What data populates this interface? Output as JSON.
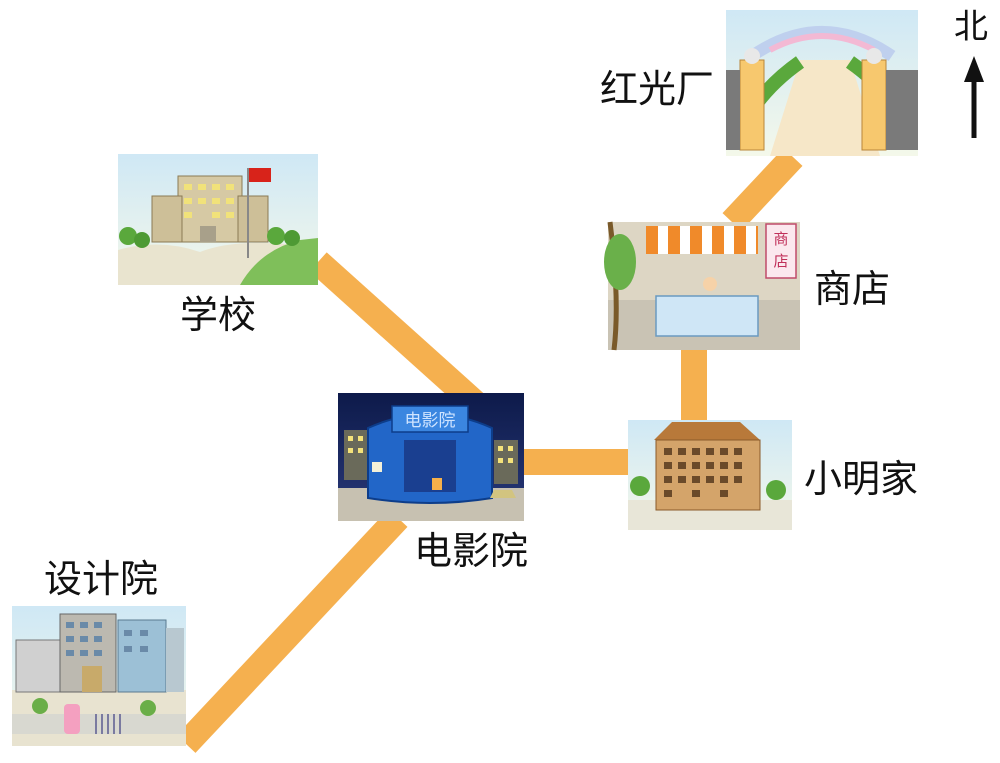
{
  "north_label": "北",
  "places": {
    "school": "学校",
    "cinema": "电影院",
    "cinema_sign": "电影院",
    "design_institute": "设计院",
    "xiaoming_home": "小明家",
    "shop": "商店",
    "shop_sign": "商店",
    "factory": "红光厂"
  },
  "colors": {
    "road": "#f5b04f",
    "sky": "#d8ecf6",
    "arrow": "#111111"
  }
}
